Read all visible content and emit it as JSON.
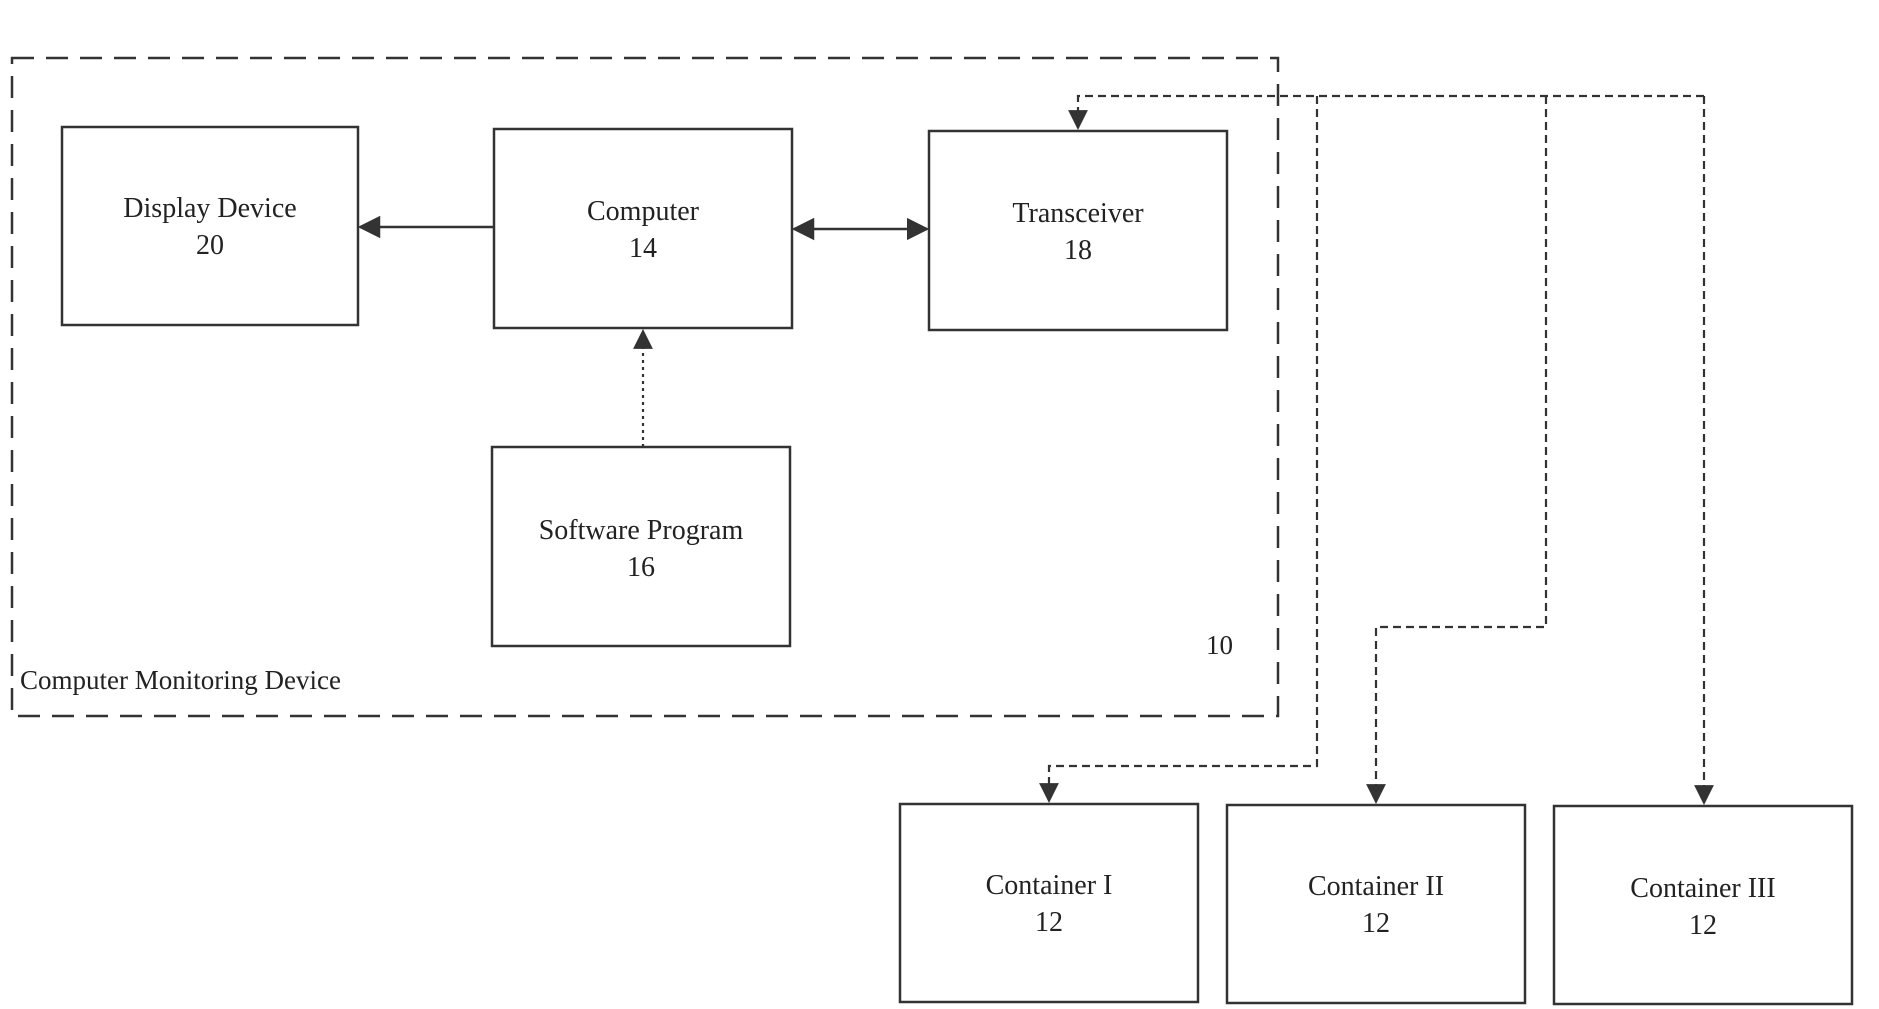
{
  "region": {
    "label": "Computer Monitoring Device",
    "number": "10"
  },
  "boxes": {
    "display": {
      "title": "Display Device",
      "number": "20"
    },
    "computer": {
      "title": "Computer",
      "number": "14"
    },
    "transceiver": {
      "title": "Transceiver",
      "number": "18"
    },
    "software": {
      "title": "Software Program",
      "number": "16"
    },
    "container1": {
      "title": "Container I",
      "number": "12"
    },
    "container2": {
      "title": "Container II",
      "number": "12"
    },
    "container3": {
      "title": "Container III",
      "number": "12"
    }
  },
  "connections": [
    {
      "from": "Computer",
      "to": "Display Device",
      "style": "solid",
      "direction": "one-way"
    },
    {
      "from": "Computer",
      "to": "Transceiver",
      "style": "solid",
      "direction": "two-way"
    },
    {
      "from": "Software Program",
      "to": "Computer",
      "style": "dotted",
      "direction": "one-way"
    },
    {
      "from": "Container I",
      "to": "Transceiver",
      "style": "dashed",
      "direction": "two-way"
    },
    {
      "from": "Container II",
      "to": "Transceiver",
      "style": "dashed",
      "direction": "two-way"
    },
    {
      "from": "Container III",
      "to": "Transceiver",
      "style": "dashed",
      "direction": "two-way"
    }
  ]
}
